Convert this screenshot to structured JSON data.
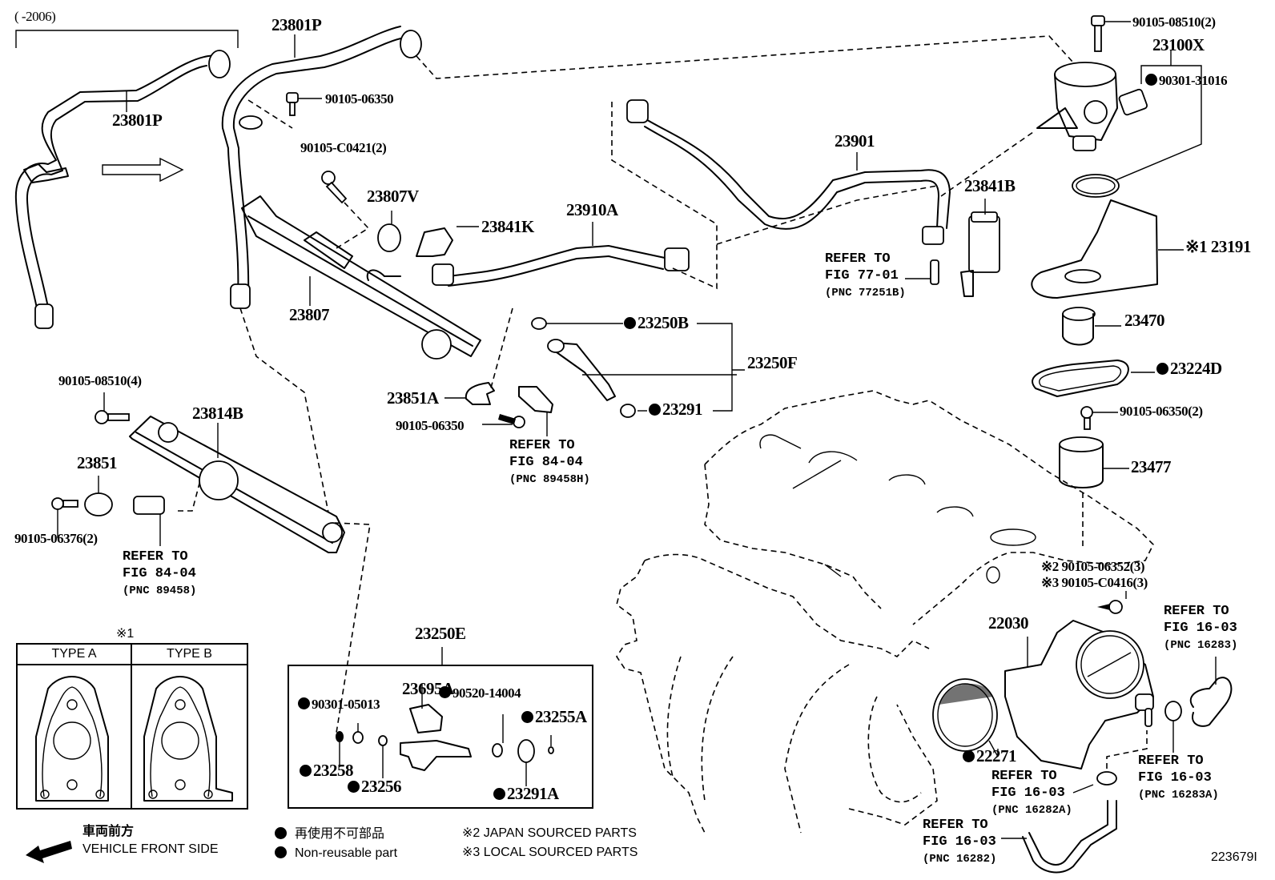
{
  "diagram": {
    "figure_number": "223679I",
    "year_range_note": "(      -2006)",
    "variant_note": "※1",
    "type_table": {
      "marker": "※1",
      "columns": [
        "TYPE A",
        "TYPE B"
      ]
    },
    "direction": {
      "label_jp": "車両前方",
      "label_en": "VEHICLE FRONT SIDE",
      "icon": "arrow-front-left-icon"
    },
    "legend": {
      "non_reusable_jp": "再使用不可部品",
      "non_reusable_en": "Non-reusable part",
      "note2": "※2 JAPAN SOURCED PARTS",
      "note3": "※3 LOCAL SOURCED PARTS"
    },
    "parts": {
      "p23801P_old": "23801P",
      "p23801P": "23801P",
      "p90105_06350_top": "90105-06350",
      "p90105_C0421": "90105-C0421(2)",
      "p23807V": "23807V",
      "p23807": "23807",
      "p23841K": "23841K",
      "p23910A": "23910A",
      "p23901": "23901",
      "p23841B": "23841B",
      "p90105_08510_2": "90105-08510(2)",
      "p23100X": "23100X",
      "p90301_31016": "90301-31016",
      "p23191": "※1 23191",
      "p23470": "23470",
      "p23224D": "23224D",
      "p90105_06350_2": "90105-06350(2)",
      "p23477": "23477",
      "p23250B": "23250B",
      "p23250F": "23250F",
      "p23291": "23291",
      "p23851A": "23851A",
      "p90105_06350_mid": "90105-06350",
      "p90105_08510_4": "90105-08510(4)",
      "p23814B": "23814B",
      "p23851": "23851",
      "p90105_06376": "90105-06376(2)",
      "p90105_06352": "※2 90105-06352(3)",
      "p90105_C0416": "※3 90105-C0416(3)",
      "p22030": "22030",
      "p22271": "22271",
      "p23250E": "23250E",
      "p23695A": "23695A",
      "p90301_05013": "90301-05013",
      "p90520_14004": "90520-14004",
      "p23255A": "23255A",
      "p23258": "23258",
      "p23256": "23256",
      "p23291A": "23291A"
    },
    "non_reusable_parts": [
      "90301-31016",
      "23224D",
      "23250B",
      "23291",
      "22271",
      "90301-05013",
      "90520-14004",
      "23255A",
      "23258",
      "23256",
      "23291A"
    ],
    "references": {
      "r77_01": {
        "line1": "REFER TO",
        "line2": "FIG 77-01",
        "pnc": "(PNC 77251B)"
      },
      "r84_04_a": {
        "line1": "REFER TO",
        "line2": "FIG 84-04",
        "pnc": "(PNC 89458H)"
      },
      "r84_04_b": {
        "line1": "REFER TO",
        "line2": "FIG 84-04",
        "pnc": "(PNC 89458)"
      },
      "r16_03_16283": {
        "line1": "REFER TO",
        "line2": "FIG 16-03",
        "pnc": "(PNC 16283)"
      },
      "r16_03_16283A": {
        "line1": "REFER TO",
        "line2": "FIG 16-03",
        "pnc": "(PNC 16283A)"
      },
      "r16_03_16282A": {
        "line1": "REFER TO",
        "line2": "FIG 16-03",
        "pnc": "(PNC 16282A)"
      },
      "r16_03_16282": {
        "line1": "REFER TO",
        "line2": "FIG 16-03",
        "pnc": "(PNC 16282)"
      }
    }
  }
}
